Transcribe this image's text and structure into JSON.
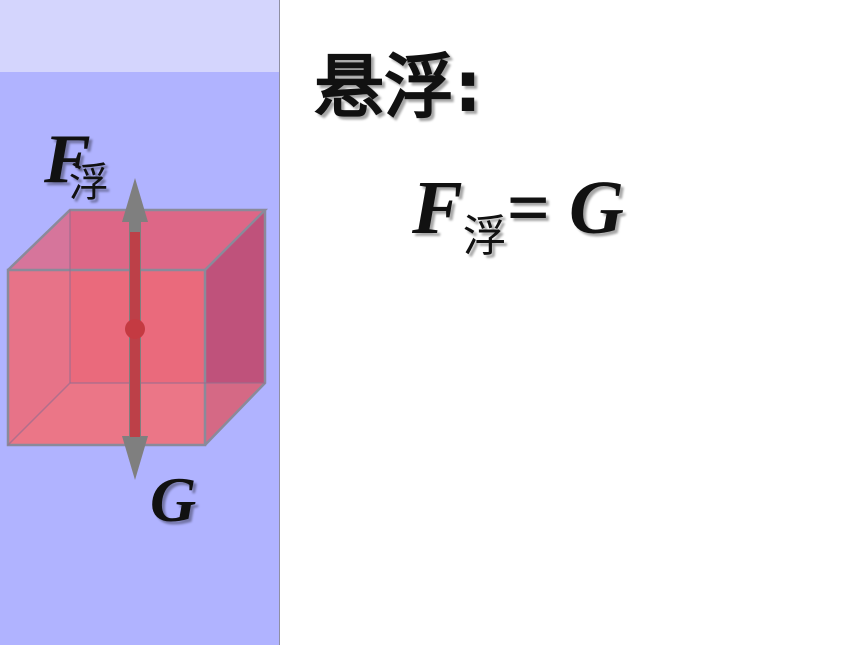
{
  "title": "悬浮:",
  "equation": {
    "lhs_symbol": "F",
    "lhs_subscript": "浮",
    "operator": "= ",
    "rhs_symbol": "G"
  },
  "forces": {
    "buoyancy": {
      "symbol": "F",
      "subscript": "浮"
    },
    "gravity": {
      "symbol": "G"
    }
  },
  "colors": {
    "water": "#b0b3ff",
    "water_surface_air": "#d4d5fd",
    "cube_face": "#e9647a",
    "cube_edge": "#8a8a9a",
    "arrow": "#7f7f7f",
    "arrow_core": "#c8353e"
  }
}
